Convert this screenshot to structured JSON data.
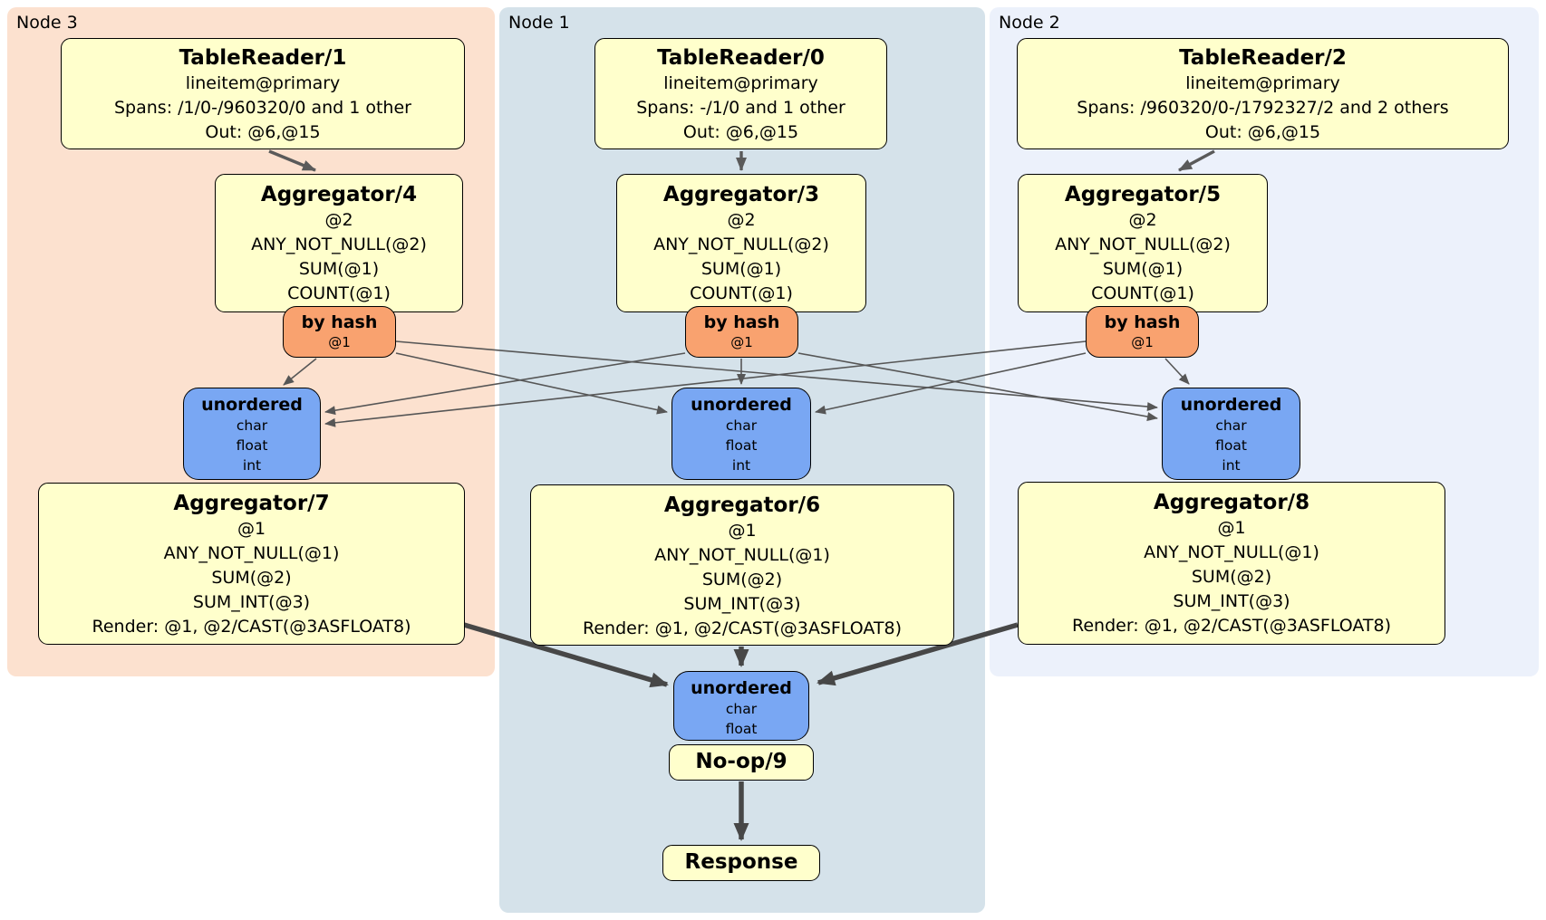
{
  "diagram": {
    "clusters": [
      {
        "label": "Node 3"
      },
      {
        "label": "Node 1"
      },
      {
        "label": "Node 2"
      }
    ],
    "colors": {
      "cluster3_bg": "#fce1cf",
      "cluster1_bg": "#d5e2ea",
      "cluster2_bg": "#ecf1fb",
      "processor_bg": "#ffffcc",
      "router_bg": "#f9a26f",
      "sync_bg": "#79a7f3",
      "edge_thin": "#565656",
      "edge_med": "#5a5a5a",
      "edge_thick": "#474747"
    },
    "processors": {
      "tr1": {
        "title": "TableReader/1",
        "lines": [
          "lineitem@primary",
          "Spans: /1/0-/960320/0 and 1 other",
          "Out: @6,@15"
        ]
      },
      "tr0": {
        "title": "TableReader/0",
        "lines": [
          "lineitem@primary",
          "Spans: -/1/0 and 1 other",
          "Out: @6,@15"
        ]
      },
      "tr2": {
        "title": "TableReader/2",
        "lines": [
          "lineitem@primary",
          "Spans: /960320/0-/1792327/2 and 2 others",
          "Out: @6,@15"
        ]
      },
      "agg4": {
        "title": "Aggregator/4",
        "lines": [
          "@2",
          "ANY_NOT_NULL(@2)",
          "SUM(@1)",
          "COUNT(@1)"
        ]
      },
      "agg3": {
        "title": "Aggregator/3",
        "lines": [
          "@2",
          "ANY_NOT_NULL(@2)",
          "SUM(@1)",
          "COUNT(@1)"
        ]
      },
      "agg5": {
        "title": "Aggregator/5",
        "lines": [
          "@2",
          "ANY_NOT_NULL(@2)",
          "SUM(@1)",
          "COUNT(@1)"
        ]
      },
      "agg7": {
        "title": "Aggregator/7",
        "lines": [
          "@1",
          "ANY_NOT_NULL(@1)",
          "SUM(@2)",
          "SUM_INT(@3)",
          "Render: @1, @2/CAST(@3ASFLOAT8)"
        ]
      },
      "agg6": {
        "title": "Aggregator/6",
        "lines": [
          "@1",
          "ANY_NOT_NULL(@1)",
          "SUM(@2)",
          "SUM_INT(@3)",
          "Render: @1, @2/CAST(@3ASFLOAT8)"
        ]
      },
      "agg8": {
        "title": "Aggregator/8",
        "lines": [
          "@1",
          "ANY_NOT_NULL(@1)",
          "SUM(@2)",
          "SUM_INT(@3)",
          "Render: @1, @2/CAST(@3ASFLOAT8)"
        ]
      },
      "noop": {
        "title": "No-op/9"
      },
      "response": {
        "title": "Response"
      }
    },
    "routers": {
      "hash3": {
        "title": "by hash",
        "lines": [
          "@1"
        ]
      },
      "hash1": {
        "title": "by hash",
        "lines": [
          "@1"
        ]
      },
      "hash2": {
        "title": "by hash",
        "lines": [
          "@1"
        ]
      }
    },
    "syncs": {
      "sync3": {
        "title": "unordered",
        "lines": [
          "char",
          "float",
          "int"
        ]
      },
      "sync1": {
        "title": "unordered",
        "lines": [
          "char",
          "float",
          "int"
        ]
      },
      "sync2": {
        "title": "unordered",
        "lines": [
          "char",
          "float",
          "int"
        ]
      },
      "syncFinal": {
        "title": "unordered",
        "lines": [
          "char",
          "float"
        ]
      }
    }
  }
}
